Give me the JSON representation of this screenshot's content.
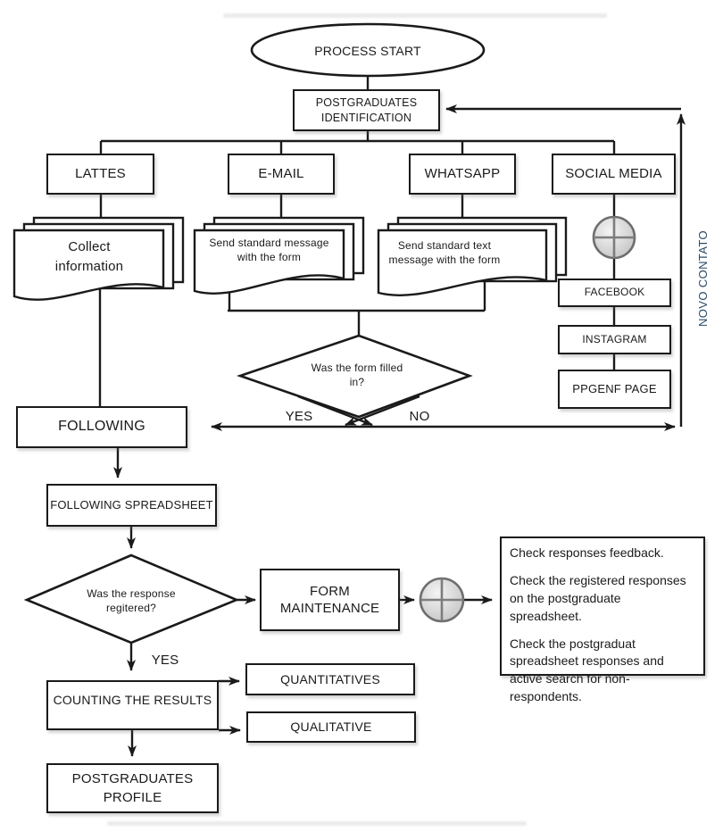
{
  "nodes": {
    "process_start": "PROCESS START",
    "postgraduates_identification": "POSTGRADUATES IDENTIFICATION",
    "lattes": "LATTES",
    "email": "E-MAIL",
    "whatsapp": "WHATSAPP",
    "social_media": "SOCIAL MEDIA",
    "collect_information": "Collect information",
    "send_standard_message": "Send standard message with the form",
    "send_standard_text_message": "Send standard text message with the form",
    "facebook": "FACEBOOK",
    "instagram": "INSTAGRAM",
    "ppgenf_page": "PPGENF PAGE",
    "was_form_filled": "Was the form filled in?",
    "following": "FOLLOWING",
    "following_spreadsheet": "FOLLOWING SPREADSHEET",
    "was_response_registered": "Was the response regitered?",
    "form_maintenance": "FORM MAINTENANCE",
    "counting_the_results": "COUNTING THE RESULTS",
    "quantitatives": "QUANTITATIVES",
    "qualitative": "QUALITATIVE",
    "postgraduates_profile": "POSTGRADUATES PROFILE"
  },
  "edge_labels": {
    "yes_form": "YES",
    "no_form": "NO",
    "yes_response": "YES",
    "novo_contato": "NOVO CONTATO"
  },
  "notes": {
    "maintenance_checks": [
      "Check responses feedback.",
      "Check the registered responses on the postgraduate spreadsheet.",
      "Check the postgraduat spreadsheet responses and active search for non-respondents."
    ]
  },
  "colors": {
    "line": "#1a1a1a",
    "junction_fill": "#d9d9d9",
    "junction_stroke": "#6e6e6e",
    "novo_contato_text": "#2b4a68"
  }
}
